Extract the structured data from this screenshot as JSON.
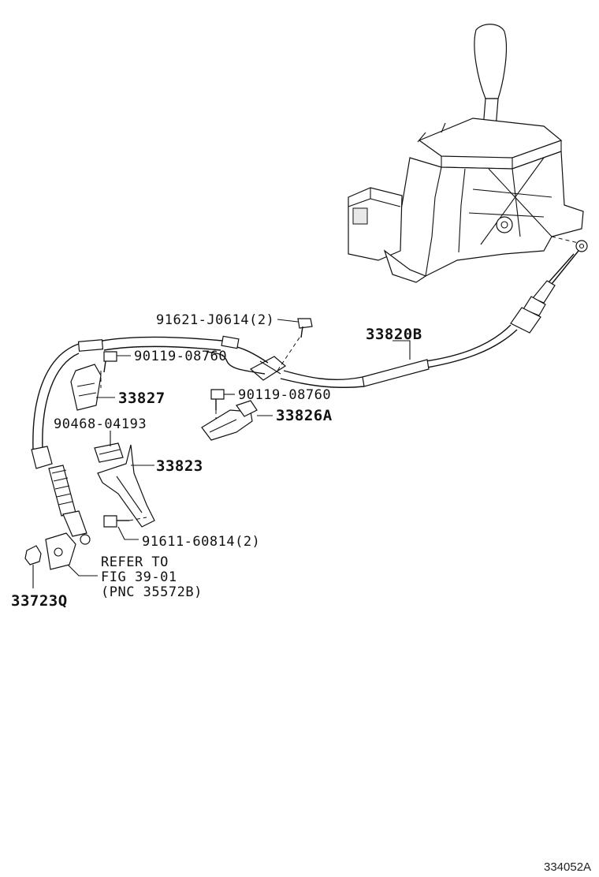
{
  "labels": {
    "p91621": "91621-J0614(2)",
    "p33820b": "33820B",
    "p90119a": "90119-08760",
    "p33827": "33827",
    "p90119b": "90119-08760",
    "p33826a": "33826A",
    "p90468": "90468-04193",
    "p33823": "33823",
    "p91611": "91611-60814(2)",
    "refer1": "REFER TO",
    "refer2": "FIG 39-01",
    "refer3": "(PNC 35572B)",
    "p33723q": "33723Q",
    "figure_id": "334052A"
  }
}
